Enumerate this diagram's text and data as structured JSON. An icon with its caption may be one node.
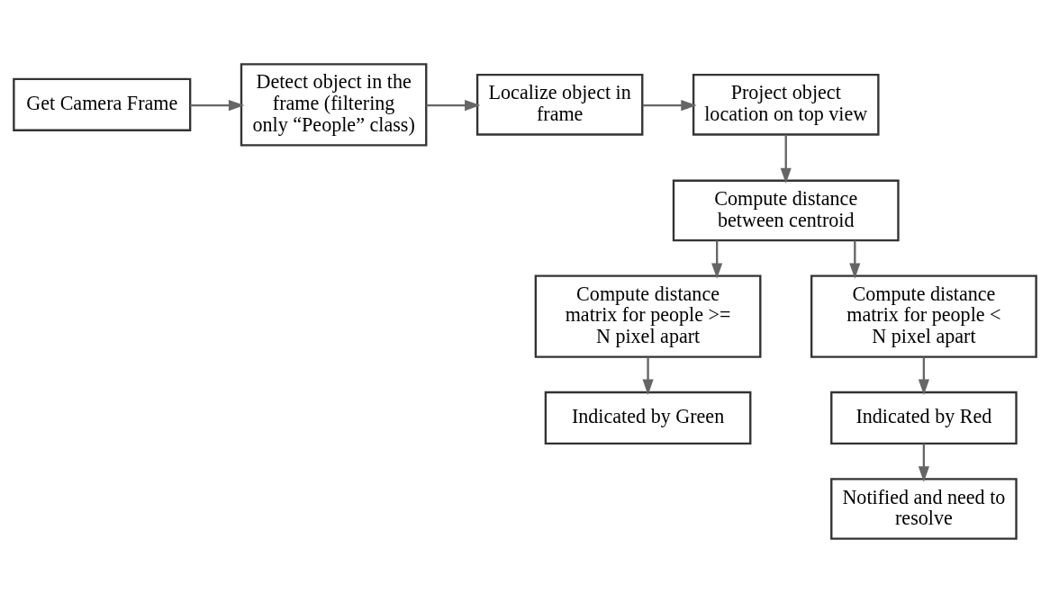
{
  "diagram": {
    "nodes": [
      {
        "text": [
          "Get Camera Frame"
        ]
      },
      {
        "text": [
          "Detect object in the frame (filtering only “People” class)"
        ]
      },
      {
        "text": [
          "Localize object in frame"
        ]
      },
      {
        "text": [
          "Project object location on top view"
        ]
      },
      {
        "text": [
          "Compute distance between centroid"
        ]
      },
      {
        "text": [
          "Compute distance matrix for people >= N pixel apart"
        ]
      },
      {
        "text": [
          "Compute distance matrix for people < N pixel apart"
        ]
      },
      {
        "text": [
          "Indicated by Green"
        ]
      },
      {
        "text": [
          "Indicated by Red"
        ]
      },
      {
        "text": [
          "Notified and need to resolve"
        ]
      }
    ],
    "edges": [
      {
        "from": 0,
        "to": 1,
        "arrow": "to"
      },
      {
        "from": 1,
        "to": 2,
        "arrow": "to"
      },
      {
        "from": 2,
        "to": 3,
        "arrow": "to"
      },
      {
        "from": 3,
        "to": 4,
        "arrow": "to"
      },
      {
        "from": 4,
        "to": 5,
        "arrow": "to"
      },
      {
        "from": 4,
        "to": 6,
        "arrow": "to"
      },
      {
        "from": 5,
        "to": 7,
        "arrow": "to"
      },
      {
        "from": 6,
        "to": 8,
        "arrow": "to"
      },
      {
        "from": 8,
        "to": 9,
        "arrow": "to"
      }
    ]
  }
}
